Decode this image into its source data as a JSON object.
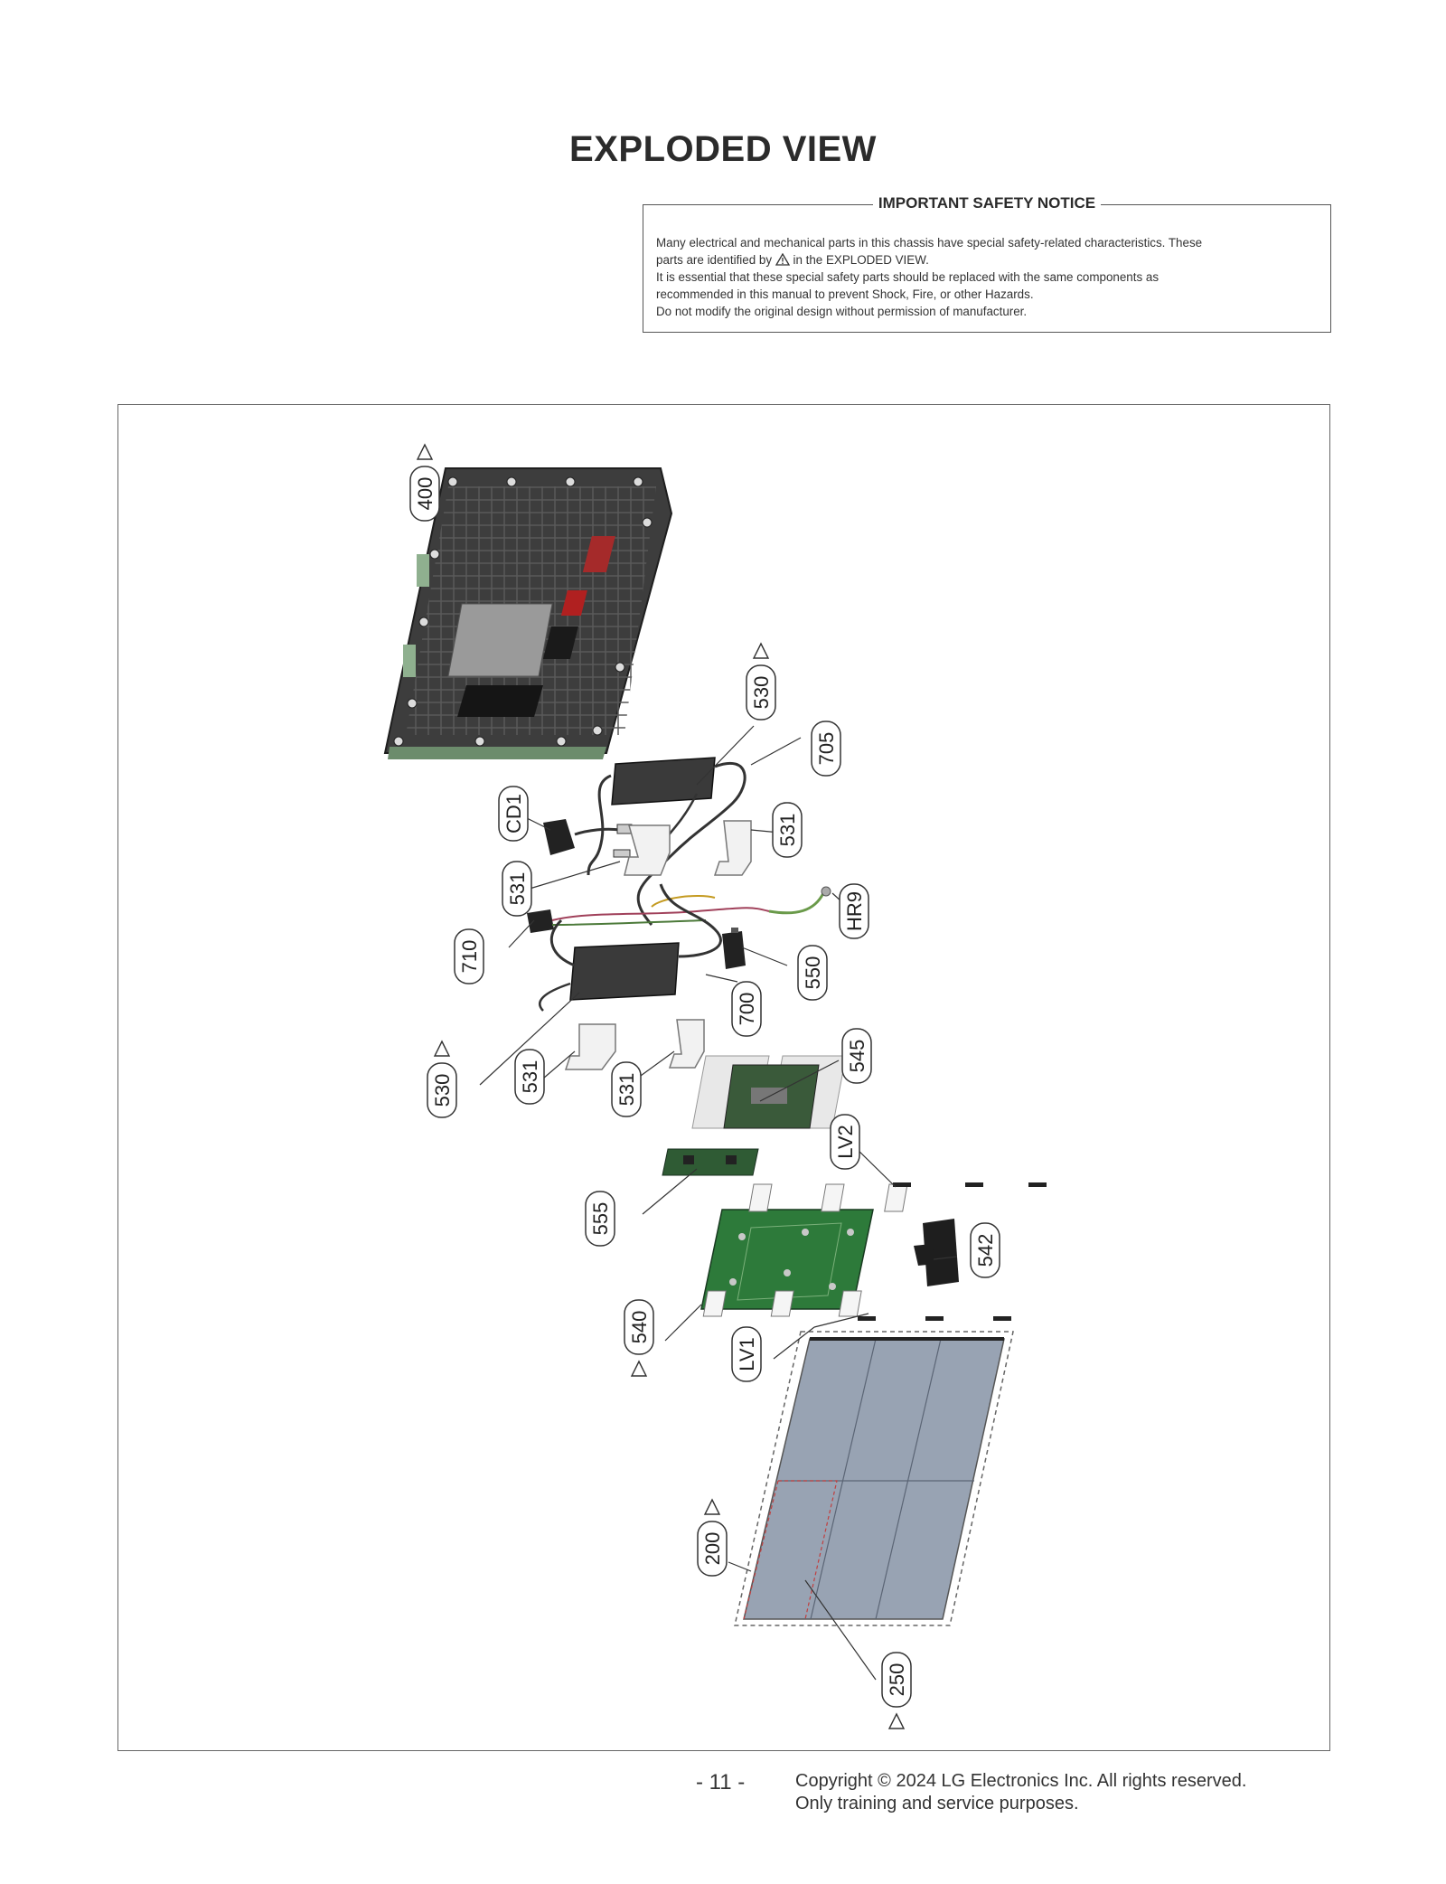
{
  "page": {
    "title": "EXPLODED VIEW",
    "page_number": "- 11 -",
    "copyright_line1": "Copyright © 2024 LG Electronics Inc. All rights reserved.",
    "copyright_line2": "Only training and service purposes."
  },
  "notice": {
    "heading": "IMPORTANT SAFETY NOTICE",
    "line1": "Many electrical and mechanical parts in this chassis have special safety-related characteristics. These",
    "line2a": "parts are identified by",
    "line2b": "in the EXPLODED VIEW.",
    "line3": "It is essential that these special safety parts should be replaced with the same components as",
    "line4": "recommended in this manual to prevent Shock, Fire, or other Hazards.",
    "line5": "Do not modify the original design without permission of manufacturer."
  },
  "parts": [
    {
      "label": "400",
      "safety": true
    },
    {
      "label": "530",
      "safety": true
    },
    {
      "label": "705",
      "safety": false
    },
    {
      "label": "CD1",
      "safety": false
    },
    {
      "label": "531",
      "safety": false
    },
    {
      "label": "531",
      "safety": false
    },
    {
      "label": "HR9",
      "safety": false
    },
    {
      "label": "710",
      "safety": false
    },
    {
      "label": "550",
      "safety": false
    },
    {
      "label": "700",
      "safety": false
    },
    {
      "label": "530",
      "safety": true
    },
    {
      "label": "531",
      "safety": false
    },
    {
      "label": "531",
      "safety": false
    },
    {
      "label": "545",
      "safety": false
    },
    {
      "label": "LV2",
      "safety": false
    },
    {
      "label": "555",
      "safety": false
    },
    {
      "label": "542",
      "safety": false
    },
    {
      "label": "540",
      "safety": true
    },
    {
      "label": "LV1",
      "safety": false
    },
    {
      "label": "200",
      "safety": true
    },
    {
      "label": "250",
      "safety": true
    }
  ]
}
